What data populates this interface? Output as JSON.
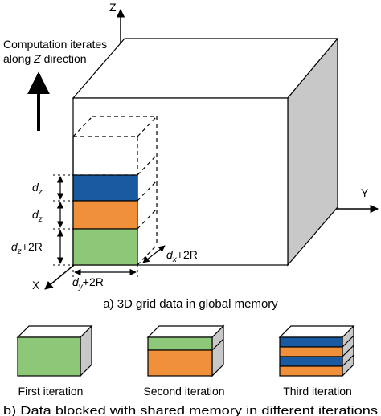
{
  "axes": {
    "z": "Z",
    "y": "Y",
    "x": "X"
  },
  "annotation": {
    "line1": "Computation iterates",
    "line2_prefix": "along ",
    "line2_axis": "Z",
    "line2_suffix": " direction"
  },
  "dims": {
    "dz": {
      "base": "d",
      "sub": "z"
    },
    "dz_plus": {
      "base": "d",
      "sub": "z",
      "suffix": "+2R"
    },
    "dx_plus": {
      "base": "d",
      "sub": "x",
      "suffix": "+2R"
    },
    "dy_plus": {
      "base": "d",
      "sub": "y",
      "suffix": "+2R"
    }
  },
  "captions": {
    "a": "a) 3D grid data in global memory",
    "b": "b) Data blocked with shared memory in different iterations"
  },
  "iterations": [
    "First iteration",
    "Second iteration",
    "Third iteration"
  ],
  "colors": {
    "blue": "#1a5aa0",
    "orange": "#f0903a",
    "green": "#8cc878",
    "gray_side": "#c8c8c8"
  }
}
